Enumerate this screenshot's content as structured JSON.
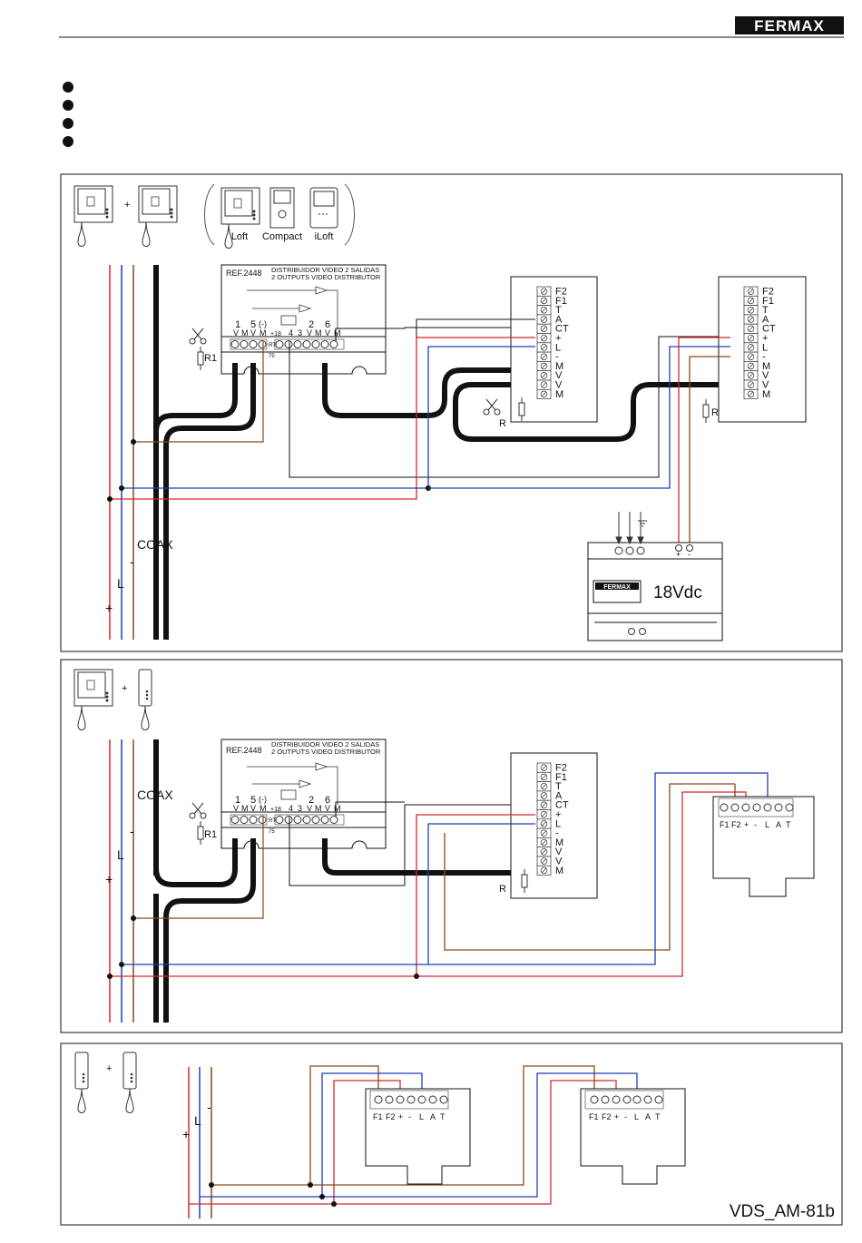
{
  "header": {
    "brand": "FERMAX"
  },
  "colors": {
    "red": "#d8262e",
    "blue": "#1f3fb8",
    "brown": "#8b4a16",
    "black": "#111111"
  },
  "panel1": {
    "monitors": {
      "loft": "Loft",
      "compact": "Compact",
      "iloft": "iLoft"
    },
    "distributor": {
      "ref": "REF.2448",
      "title_es": "DISTRIBUIDOR VIDEO 2 SALIDAS",
      "title_en": "2 OUTPUTS VIDEO DISTRIBUTOR",
      "ch1": "1",
      "ch5": "5",
      "chm": "(-)",
      "ch2": "2",
      "ch6": "6",
      "v": "V",
      "m": "M",
      "p18": "+18",
      "n4": "4",
      "n3": "3",
      "rt": "RT",
      "r75": "75"
    },
    "terminals": [
      "F2",
      "F1",
      "T",
      "A",
      "CT",
      "+",
      "L",
      "-",
      "M",
      "V",
      "V",
      "M"
    ],
    "r1": "R1",
    "r": "R",
    "coax": "COAX",
    "bus_labels": {
      "minus": "-",
      "l": "L",
      "plus": "+"
    },
    "psu": {
      "brand": "FERMAX",
      "voltage": "18Vdc",
      "plus": "+",
      "minus": "-"
    }
  },
  "panel2": {
    "distributor": {
      "ref": "REF.2448",
      "title_es": "DISTRIBUIDOR VIDEO 2 SALIDAS",
      "title_en": "2 OUTPUTS VIDEO DISTRIBUTOR",
      "ch1": "1",
      "ch5": "5",
      "chm": "(-)",
      "ch2": "2",
      "ch6": "6",
      "v": "V",
      "m": "M",
      "p18": "+18",
      "n4": "4",
      "n3": "3",
      "rt": "RT",
      "r75": "75"
    },
    "terminals": [
      "F2",
      "F1",
      "T",
      "A",
      "CT",
      "+",
      "L",
      "-",
      "M",
      "V",
      "V",
      "M"
    ],
    "r1": "R1",
    "r": "R",
    "coax": "COAX",
    "bus_labels": {
      "minus": "-",
      "l": "L",
      "plus": "+"
    },
    "phone_terminals": {
      "f1": "F1",
      "f2": "F2",
      "plus": "+",
      "minus": "-",
      "l": "L",
      "a": "A",
      "t": "T"
    }
  },
  "panel3": {
    "bus_labels": {
      "minus": "-",
      "l": "L",
      "plus": "+"
    },
    "phone_terminals": {
      "f1": "F1",
      "f2": "F2",
      "plus": "+",
      "minus": "-",
      "l": "L",
      "a": "A",
      "t": "T"
    }
  },
  "plus_sign": "+",
  "footer": {
    "code": "VDS_AM-81b"
  }
}
